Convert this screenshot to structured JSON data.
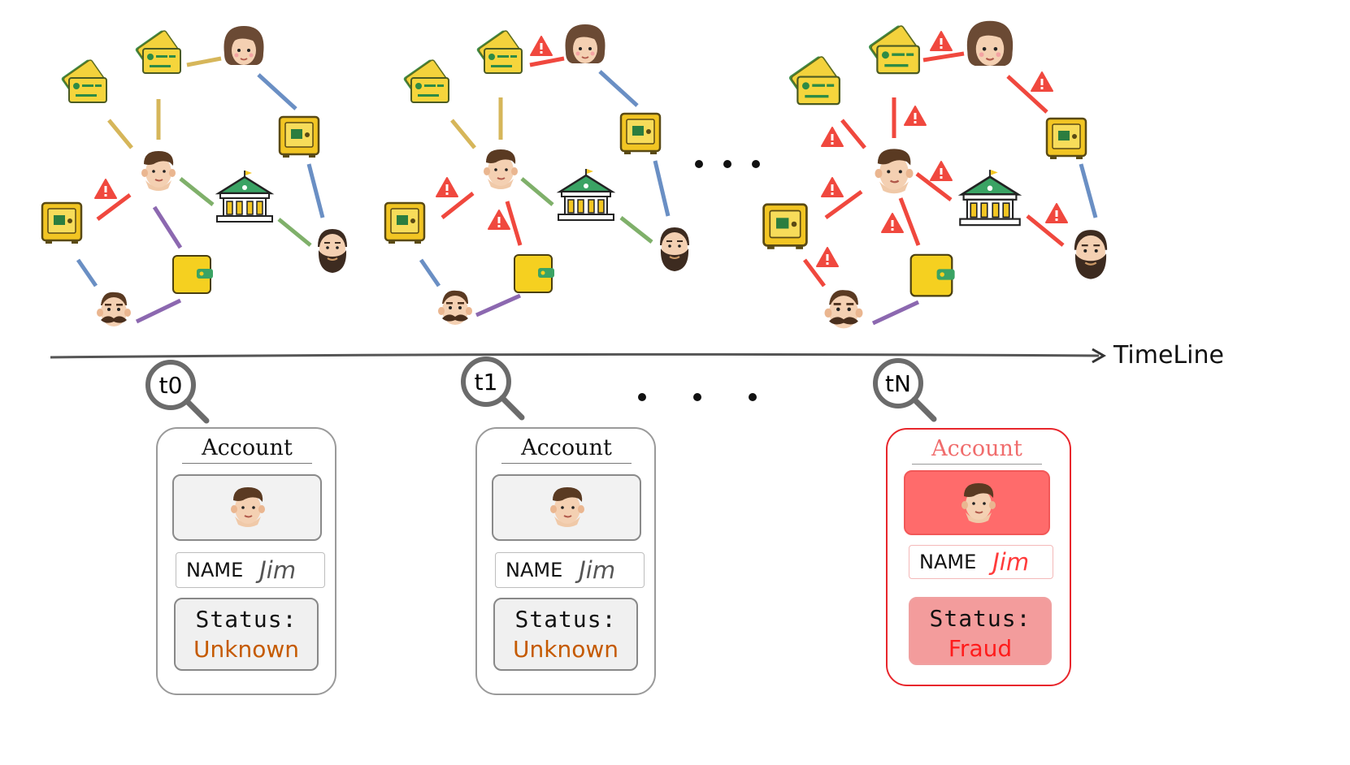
{
  "timeline": {
    "label": "TimeLine",
    "snapshots": [
      "t0",
      "t1",
      "tN"
    ],
    "ellipsis": "• • •"
  },
  "cards": [
    {
      "title": "Account",
      "name_label": "NAME",
      "name_value": "Jim",
      "status_label": "Status:",
      "status_value": "Unknown"
    },
    {
      "title": "Account",
      "name_label": "NAME",
      "name_value": "Jim",
      "status_label": "Status:",
      "status_value": "Unknown"
    },
    {
      "title": "Account",
      "name_label": "NAME",
      "name_value": "Jim",
      "status_label": "Status:",
      "status_value": "Fraud"
    }
  ],
  "colors": {
    "fraud_red": "#f0483e",
    "warning_red": "#f0483e",
    "edge_gold": "#d6b65a",
    "edge_blue": "#6a8fc4",
    "edge_green": "#7fb06a",
    "edge_purple": "#8c68b0",
    "unknown_orange": "#c55a00"
  },
  "icons": [
    "credit-card-icon",
    "woman-avatar-icon",
    "man-avatar-icon",
    "bearded-man-avatar-icon",
    "mustache-man-avatar-icon",
    "safe-icon",
    "bank-icon",
    "wallet-icon",
    "warning-icon",
    "magnifier-icon"
  ]
}
